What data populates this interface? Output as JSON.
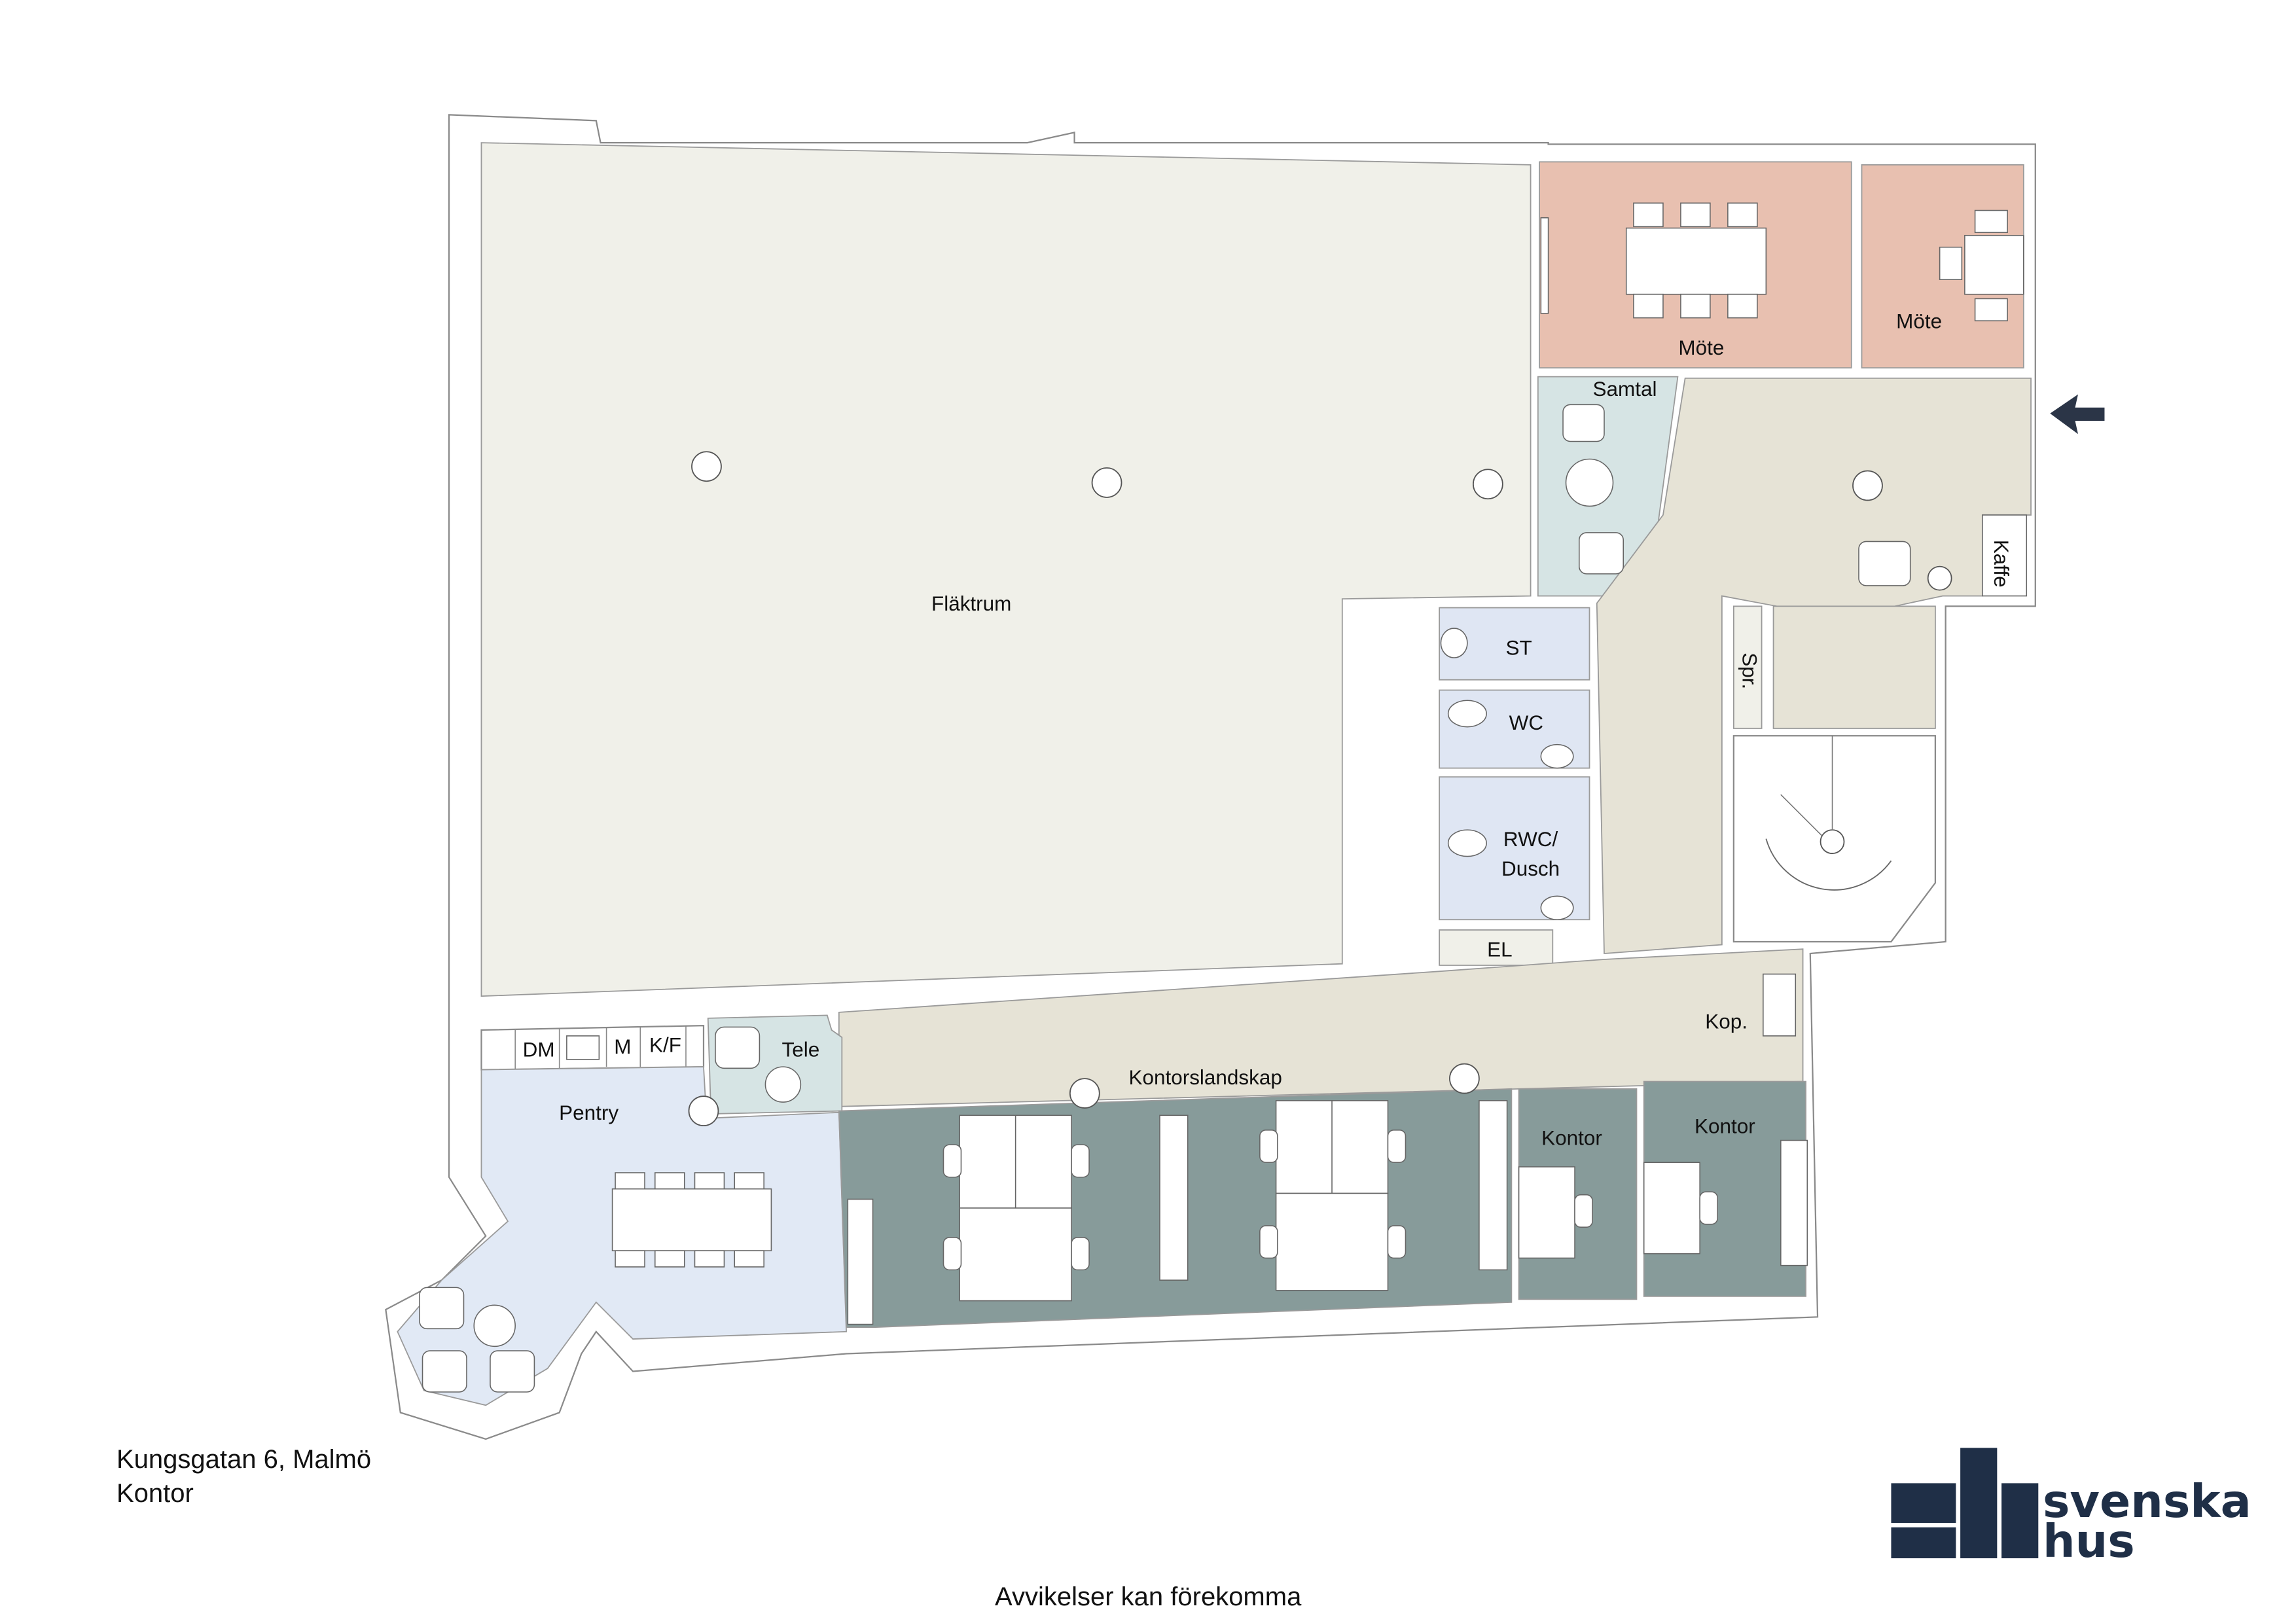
{
  "rooms": {
    "flaktrum": "Fläktrum",
    "mote_1": "Möte",
    "mote_2": "Möte",
    "samtal": "Samtal",
    "kaffe": "Kaffe",
    "st": "ST",
    "wc": "WC",
    "rwc_line1": "RWC/",
    "rwc_line2": "Dusch",
    "el": "EL",
    "spr": "Spr.",
    "kop": "Kop.",
    "tele": "Tele",
    "dm": "DM",
    "m": "M",
    "kf": "K/F",
    "pentry": "Pentry",
    "kontorslandskap": "Kontorslandskap",
    "kontor_1": "Kontor",
    "kontor_2": "Kontor"
  },
  "colors": {
    "flaktrum": "#f0f0e9",
    "mote": "#e8c0b0",
    "samtal": "#d6e4e4",
    "corridor": "#e6e3d6",
    "sanitary": "#dfe6f3",
    "pentry": "#e1e9f5",
    "office": "#879b9a",
    "logo": "#1f2f47"
  },
  "address": {
    "line1": "Kungsgatan 6, Malmö",
    "line2": "Kontor"
  },
  "disclaimer": "Avvikelser kan förekomma",
  "logo": {
    "line1": "svenska",
    "line2": "hus"
  },
  "entrance_icon": "arrow-left-icon"
}
